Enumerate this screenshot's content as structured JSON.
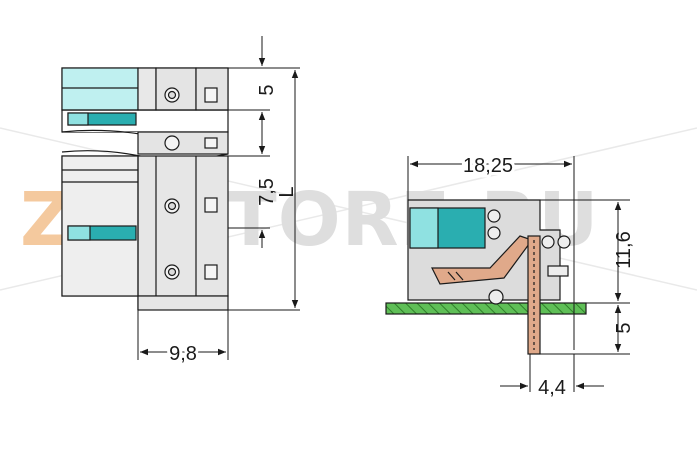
{
  "watermark": {
    "brand_a": "ZIP",
    "brand_b": "STORE.RU",
    "color_a": "#f3c08e",
    "color_b": "#d6d6d6"
  },
  "dimensions": {
    "top_pitch": "5",
    "pitch": "7,5",
    "length": "L",
    "width": "9,8",
    "depth": "18,25",
    "height": "11,6",
    "pin_length": "5",
    "pin_offset": "4,4"
  },
  "colors": {
    "housing": "#dcdcdc",
    "light_panel": "#e9eaea",
    "cyan": "#8fe1e1",
    "cyan_dark": "#2aaeb0",
    "lever": "#e0a98a",
    "pcb": "#55b24f",
    "line": "#1a1a1a"
  }
}
